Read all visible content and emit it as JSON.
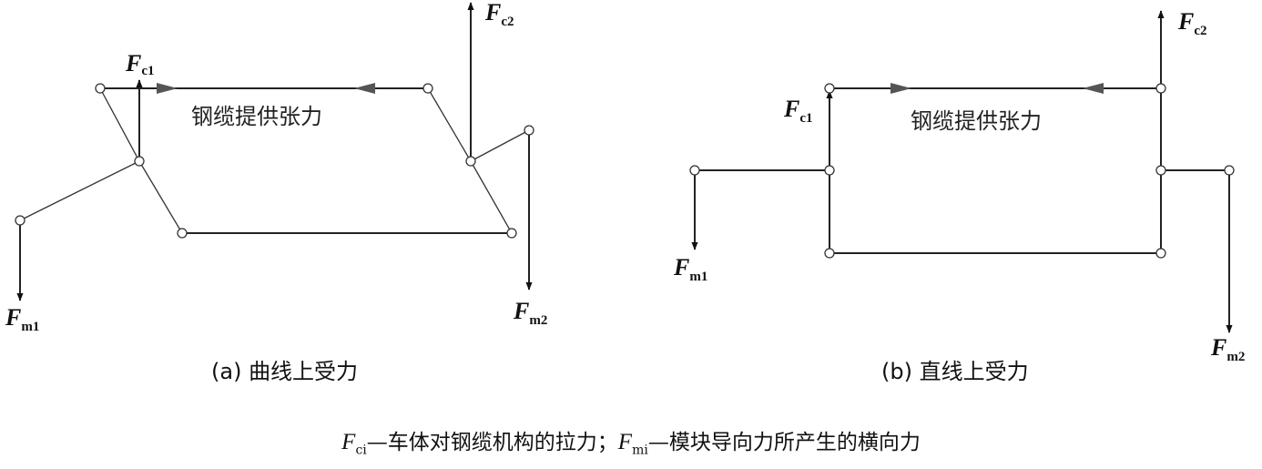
{
  "diagram_a": {
    "caption": "(a) 曲线上受力",
    "cable_text": "钢缆提供张力",
    "forces": [
      {
        "symbol": "F",
        "sub": "c1"
      },
      {
        "symbol": "F",
        "sub": "c2"
      },
      {
        "symbol": "F",
        "sub": "m1"
      },
      {
        "symbol": "F",
        "sub": "m2"
      }
    ]
  },
  "diagram_b": {
    "caption": "(b) 直线上受力",
    "cable_text": "钢缆提供张力",
    "forces": [
      {
        "symbol": "F",
        "sub": "c1"
      },
      {
        "symbol": "F",
        "sub": "c2"
      },
      {
        "symbol": "F",
        "sub": "m1"
      },
      {
        "symbol": "F",
        "sub": "m2"
      }
    ]
  },
  "legend": {
    "fc_symbol": "F",
    "fc_sub": "ci",
    "fc_desc": "—车体对钢缆机构的拉力；",
    "fm_symbol": "F",
    "fm_sub": "mi",
    "fm_desc": "—模块导向力所产生的横向力"
  }
}
